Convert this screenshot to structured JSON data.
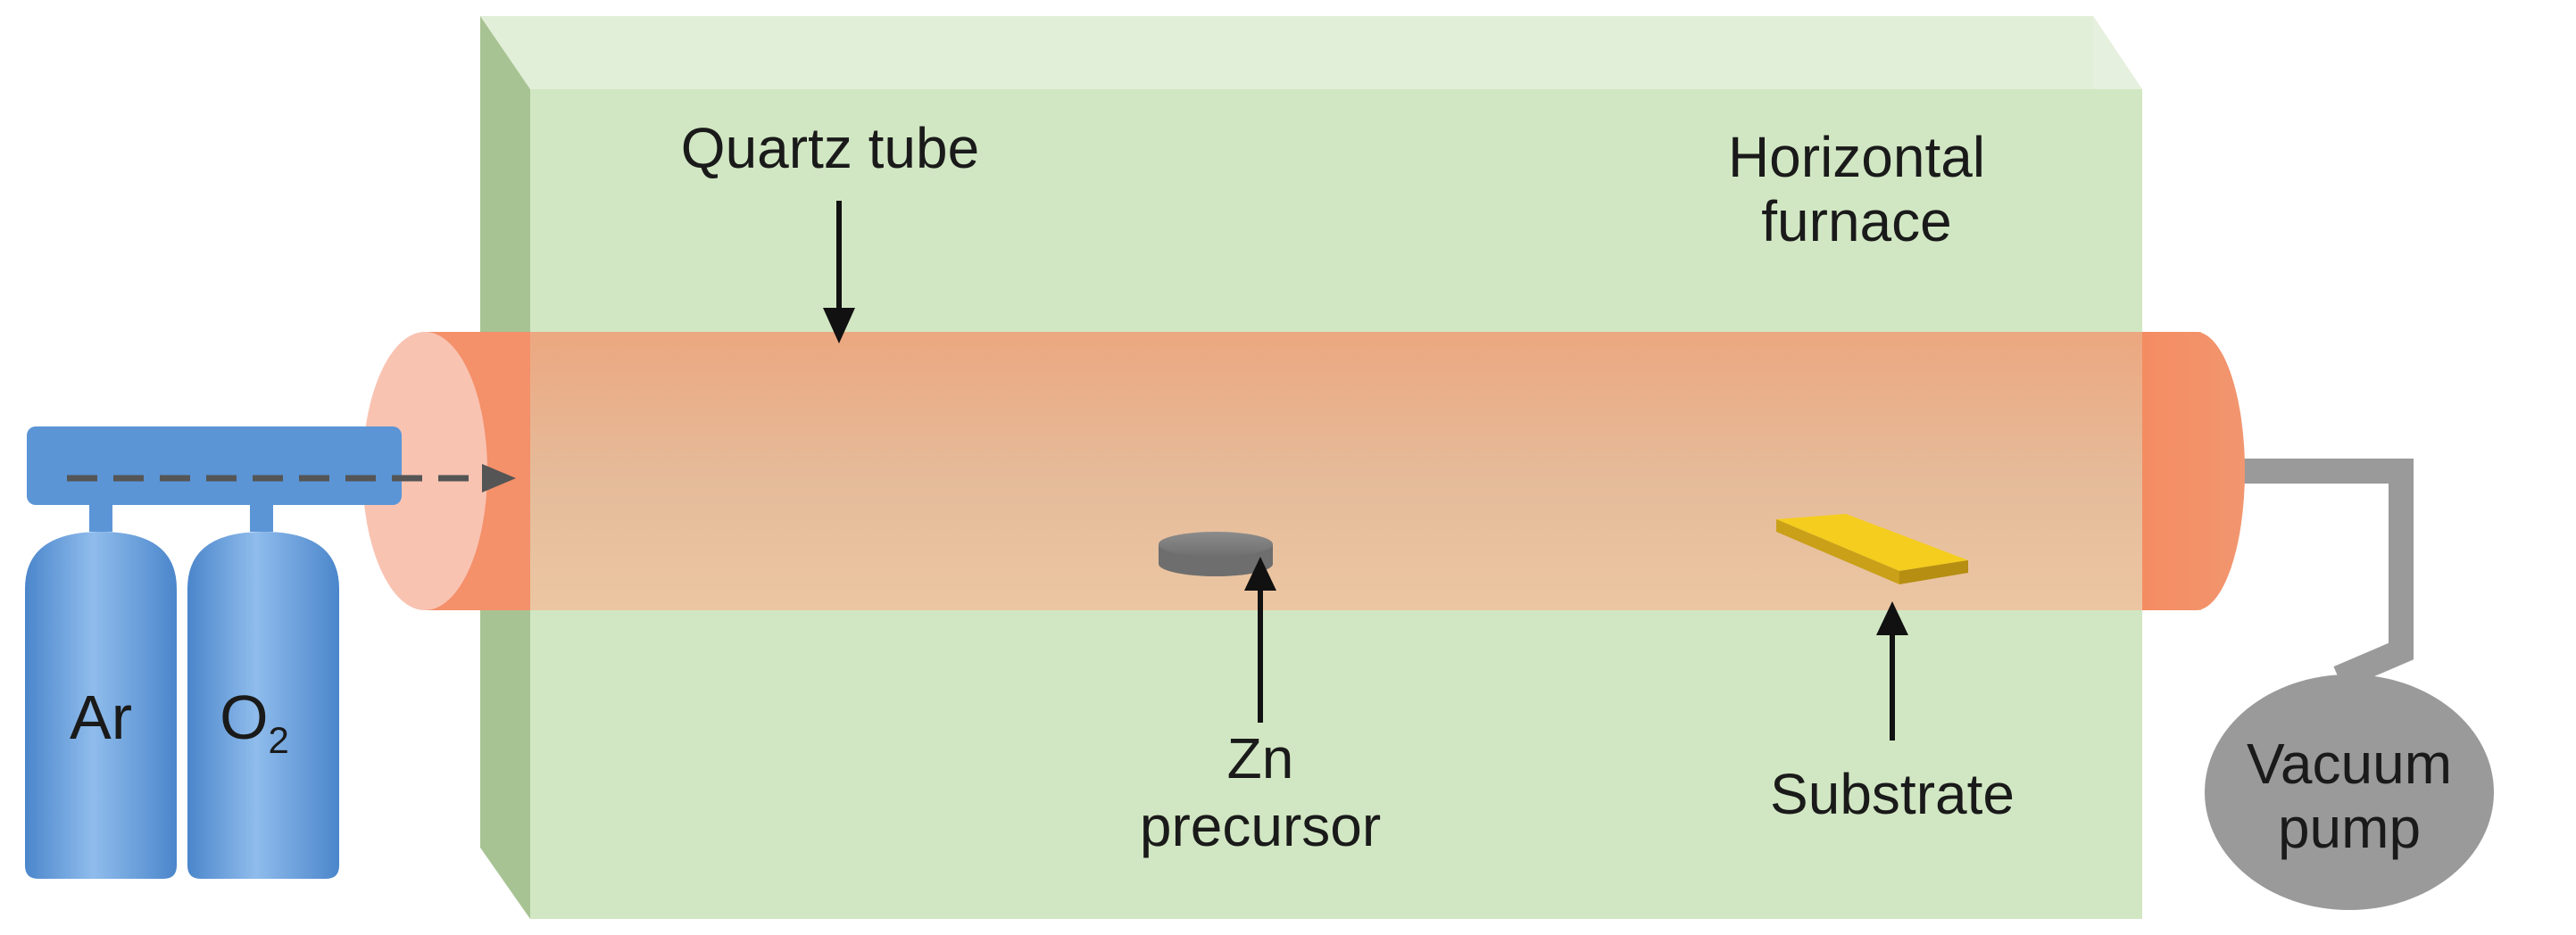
{
  "labels": {
    "quartz_tube": "Quartz tube",
    "furnace_line1": "Horizontal",
    "furnace_line2": "furnace",
    "zn_line1": "Zn",
    "zn_line2": "precursor",
    "substrate": "Substrate",
    "vacuum_line1": "Vacuum",
    "vacuum_line2": "pump",
    "gas_ar": "Ar",
    "gas_o2_base": "O",
    "gas_o2_sub": "2"
  },
  "colors": {
    "furnace_front": "#d3e8c5",
    "furnace_side": "#a9c496",
    "furnace_top": "#e4f0da",
    "tube": "#f08a62",
    "tube_inner": "#e9b48f",
    "cylinder": "#5b95d6",
    "pump": "#9a9a9a",
    "substrate": "#f2c81e",
    "arrow": "#111111",
    "flow_arrow": "#555555"
  }
}
